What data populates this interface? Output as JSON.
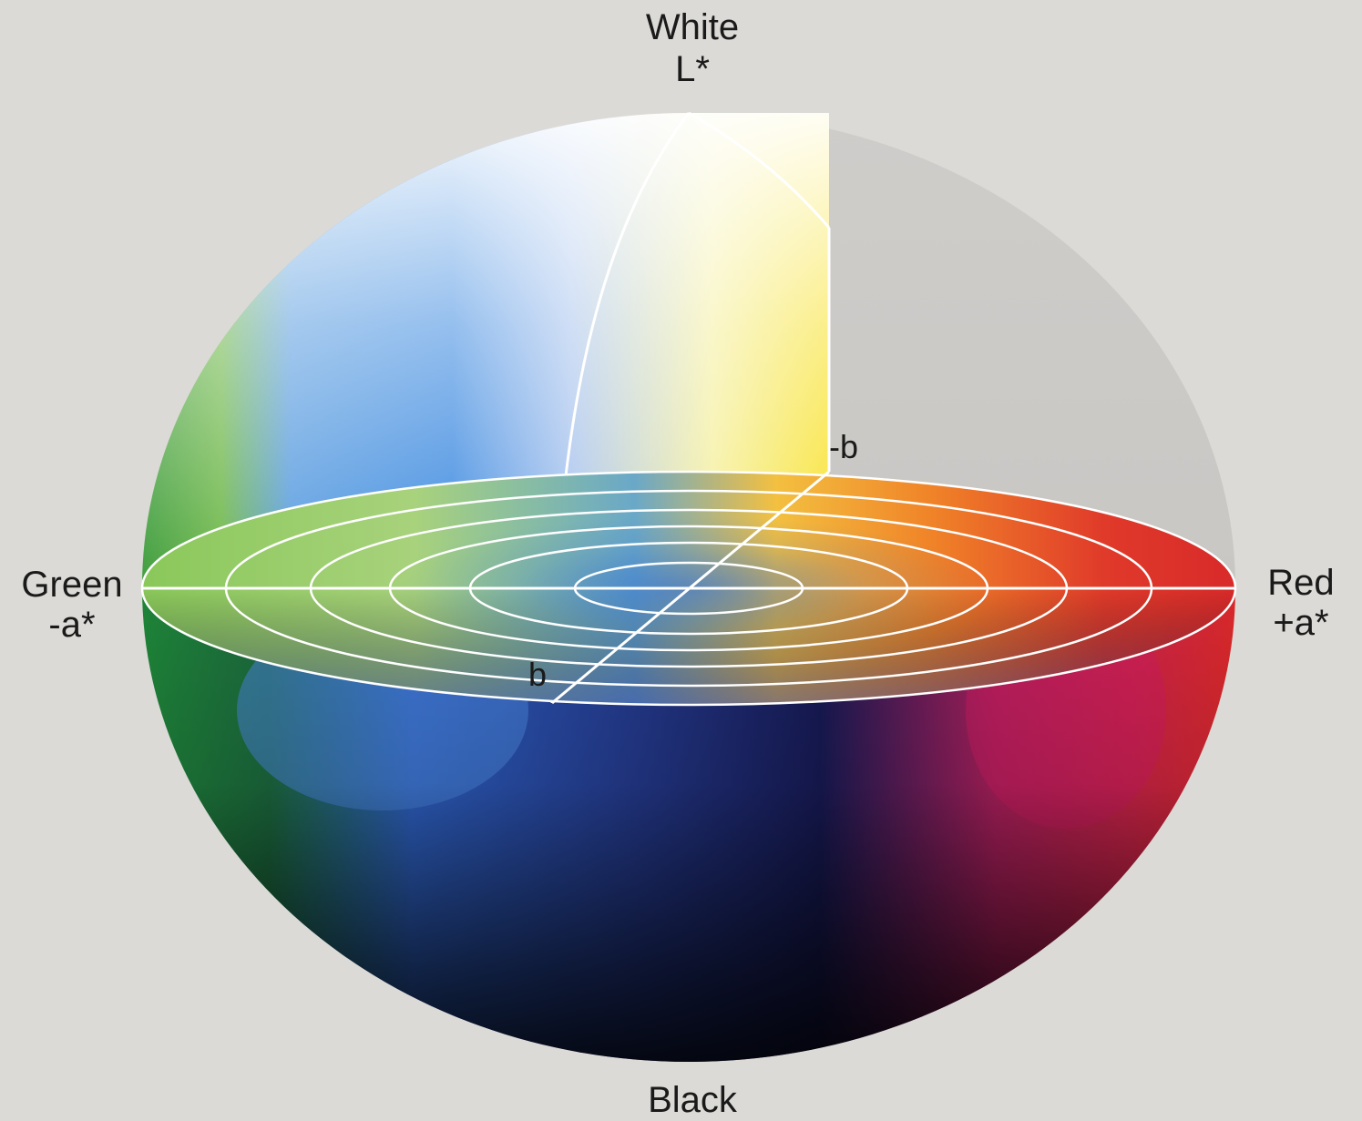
{
  "labels": {
    "top_name": "White",
    "top_axis": "L*",
    "left_name": "Green",
    "left_axis": "-a*",
    "right_name": "Red",
    "right_axis": "+a*",
    "bottom_name": "Black",
    "neg_b": "-b",
    "pos_b": "b"
  },
  "colors": {
    "background": "#dcdad6",
    "white": "#f4f2f8",
    "black": "#0b0a14",
    "green": "#1f8a3a",
    "red": "#d8282c",
    "yellow": "#f8e020",
    "blue": "#2e5fc4",
    "magenta": "#c8206a",
    "grid_lines": "#ffffff"
  }
}
